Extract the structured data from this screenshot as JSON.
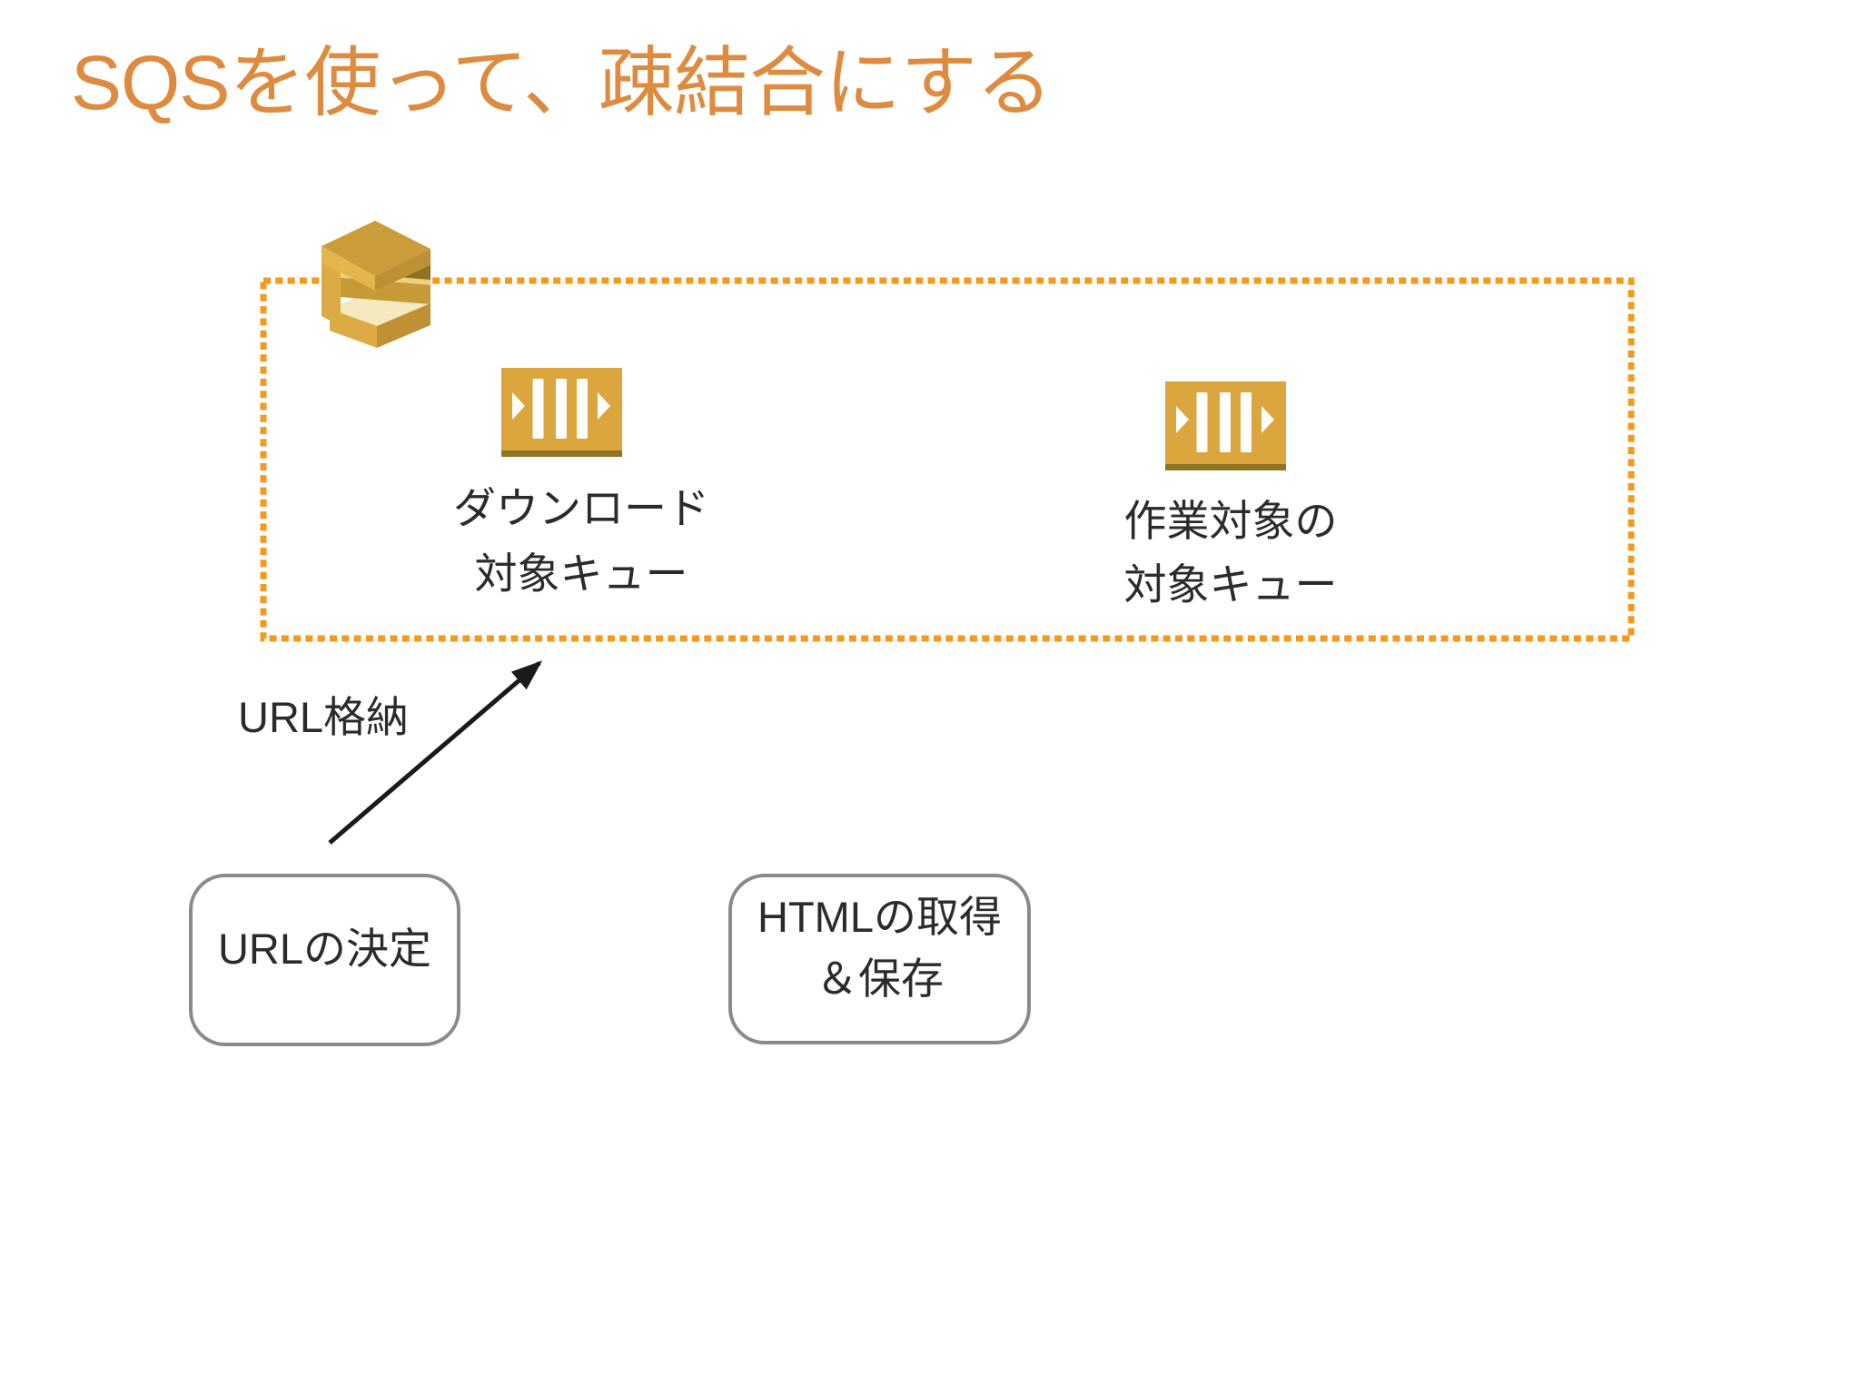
{
  "slide": {
    "title": "SQSを使って、疎結合にする",
    "background": "#FFFFFF"
  },
  "colors": {
    "title_text": "#DE8B3F",
    "boundary_border": "#F6981B",
    "diagram_text": "#2B2B2B",
    "process_box_border": "#8A8A8A",
    "arrow": "#1A1A1A",
    "aws_gold": "#CB9C3A",
    "aws_gold_dark": "#6B5513",
    "aws_gold_light": "#E3B64D",
    "aws_cream": "#F5E9C0",
    "queue_body": "#DAA63D",
    "queue_base": "#8E7321"
  },
  "sqs_boundary": {
    "service_icon": "aws-sqs-service-icon",
    "queues": [
      {
        "icon": "sqs-queue-icon",
        "label_lines": [
          "ダウンロード",
          "対象キュー"
        ]
      },
      {
        "icon": "sqs-queue-icon",
        "label_lines": [
          "作業対象の",
          "対象キュー"
        ]
      }
    ]
  },
  "flow": {
    "arrow_label": "URL格納"
  },
  "process_boxes": [
    {
      "label_lines": [
        "URLの決定"
      ]
    },
    {
      "label_lines": [
        "HTMLの取得",
        "＆保存"
      ]
    }
  ]
}
